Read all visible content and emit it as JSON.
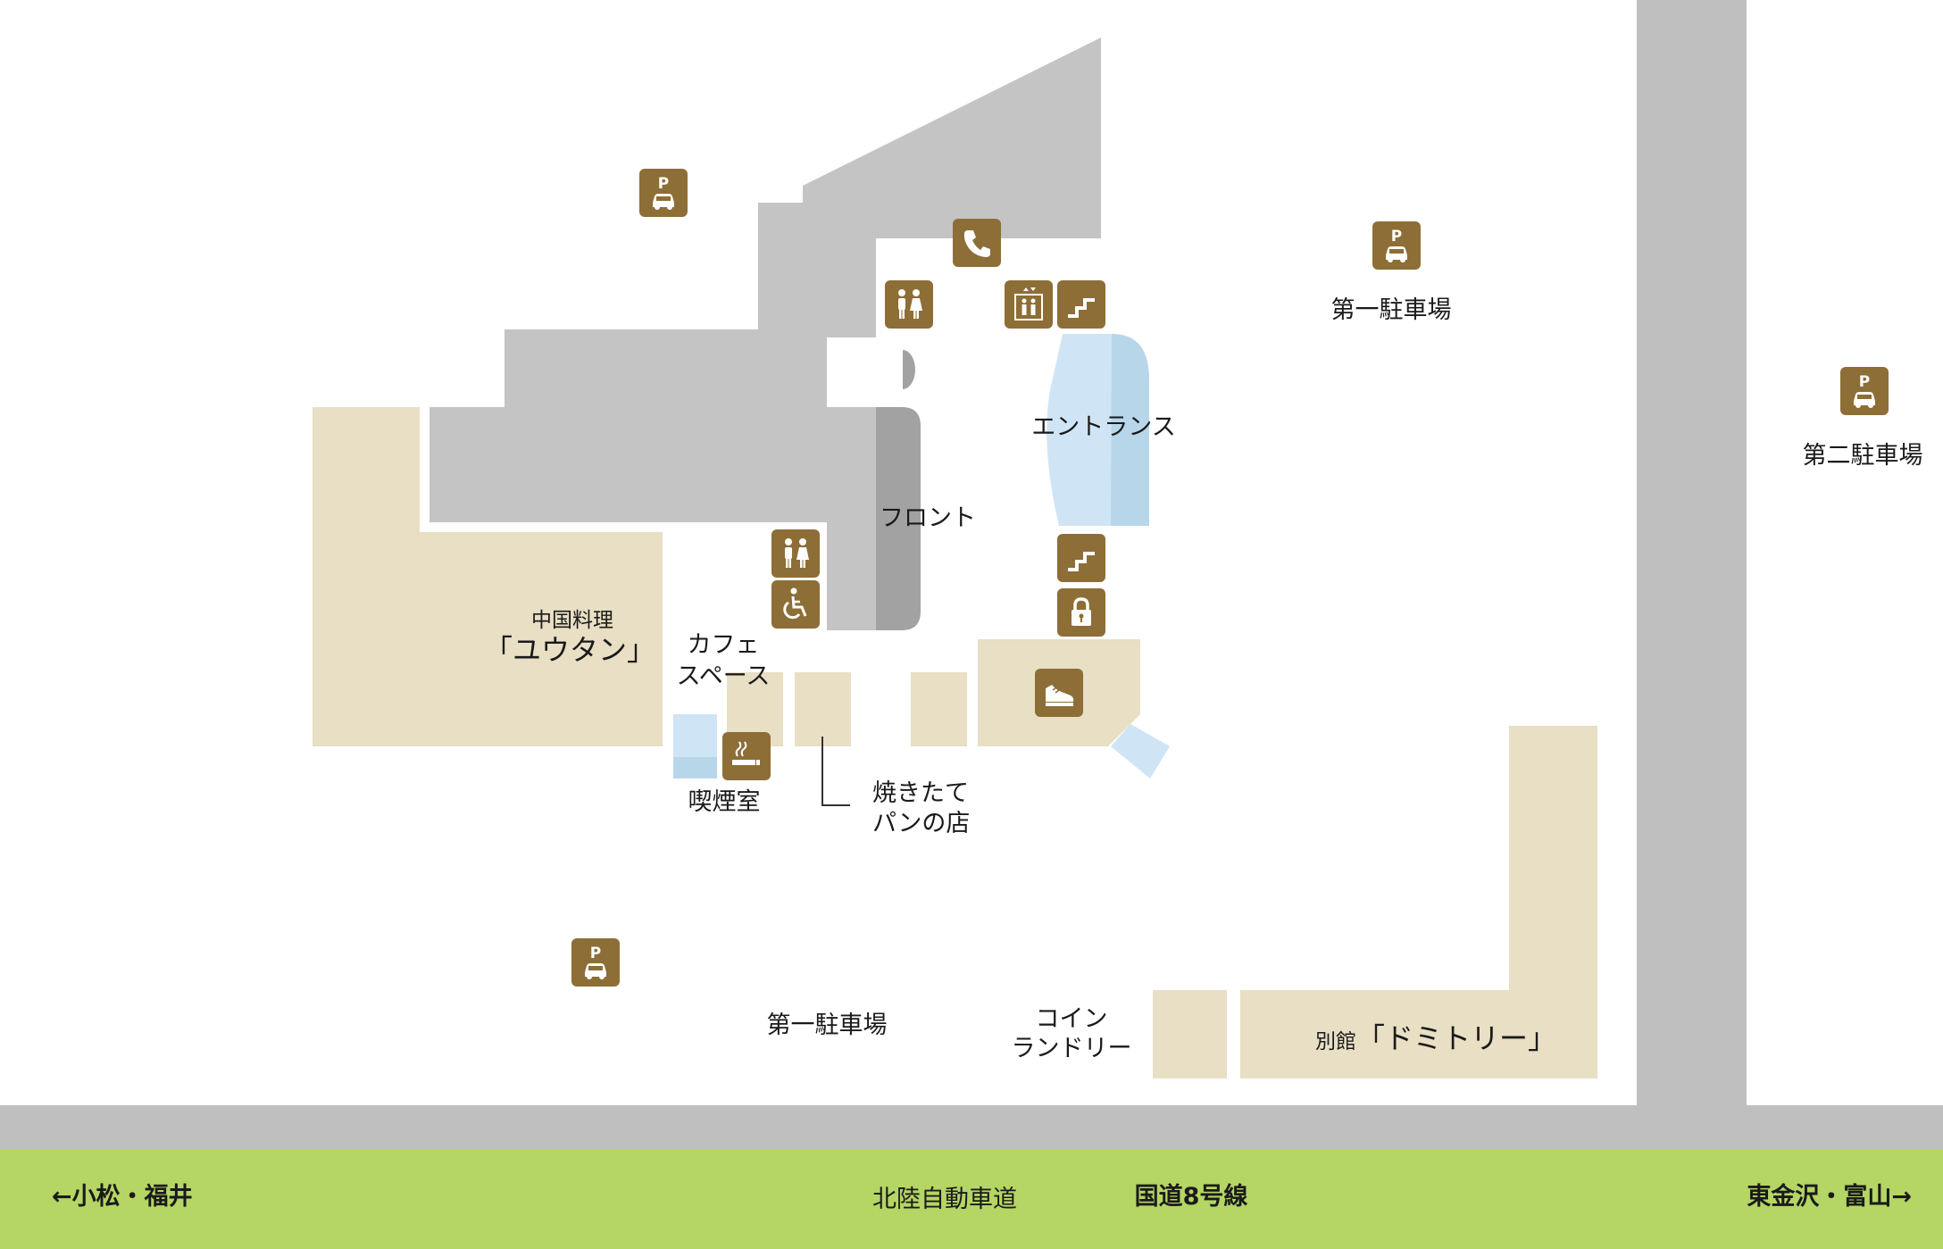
{
  "colors": {
    "building": "#c4c4c4",
    "front_desk": "#a2a2a2",
    "facility": "#e8dfc4",
    "glass": "#cfe5f5",
    "glass_dark": "#b7d6ea",
    "road": "#bfbfbf",
    "expressway": "#b5d564",
    "icon": "#8d6e36"
  },
  "areas": {
    "chinese_restaurant_line1": "中国料理",
    "chinese_restaurant_line2": "「ユウタン」",
    "cafe_line1": "カフェ",
    "cafe_line2": "スペース",
    "smoking_room": "喫煙室",
    "bakery_line1": "焼きたて",
    "bakery_line2": "パンの店",
    "front_desk": "フロント",
    "entrance": "エントランス",
    "coin_laundry_line1": "コイン",
    "coin_laundry_line2": "ランドリー",
    "annex_prefix": "別館",
    "annex_name": "「ドミトリー」"
  },
  "parking": {
    "first_lot": "第一駐車場",
    "second_lot": "第二駐車場"
  },
  "roads": {
    "direction_left": "←小松・福井",
    "expressway": "北陸自動車道",
    "national_route": "国道8号線",
    "direction_right": "東金沢・富山→"
  },
  "icons": [
    "parking-icon",
    "telephone-icon",
    "restroom-icon",
    "elevator-icon",
    "stairs-icon",
    "wheelchair-icon",
    "smoking-icon",
    "locker-icon",
    "shoe-icon"
  ]
}
